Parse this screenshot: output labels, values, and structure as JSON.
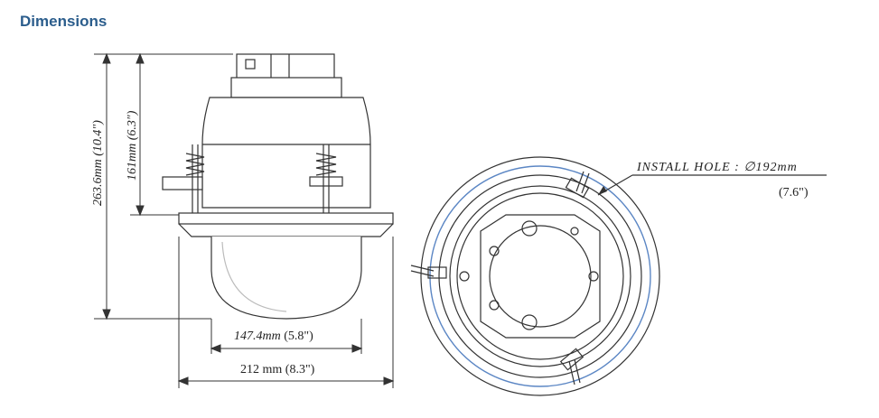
{
  "page_title": "Dimensions",
  "side_view": {
    "total_height": {
      "value": "263.6mm",
      "inch": "(10.4\")"
    },
    "upper_height": {
      "value": "161mm",
      "inch": "(6.3\")"
    },
    "dome_width": {
      "value": "147.4mm",
      "inch": "(5.8\")"
    },
    "flange_width": {
      "value": "212 mm",
      "inch": "(8.3\")"
    }
  },
  "bottom_view": {
    "install_hole_label": "INSTALL HOLE :",
    "install_hole_value": "∅192mm",
    "install_hole_inch": "(7.6\")"
  }
}
